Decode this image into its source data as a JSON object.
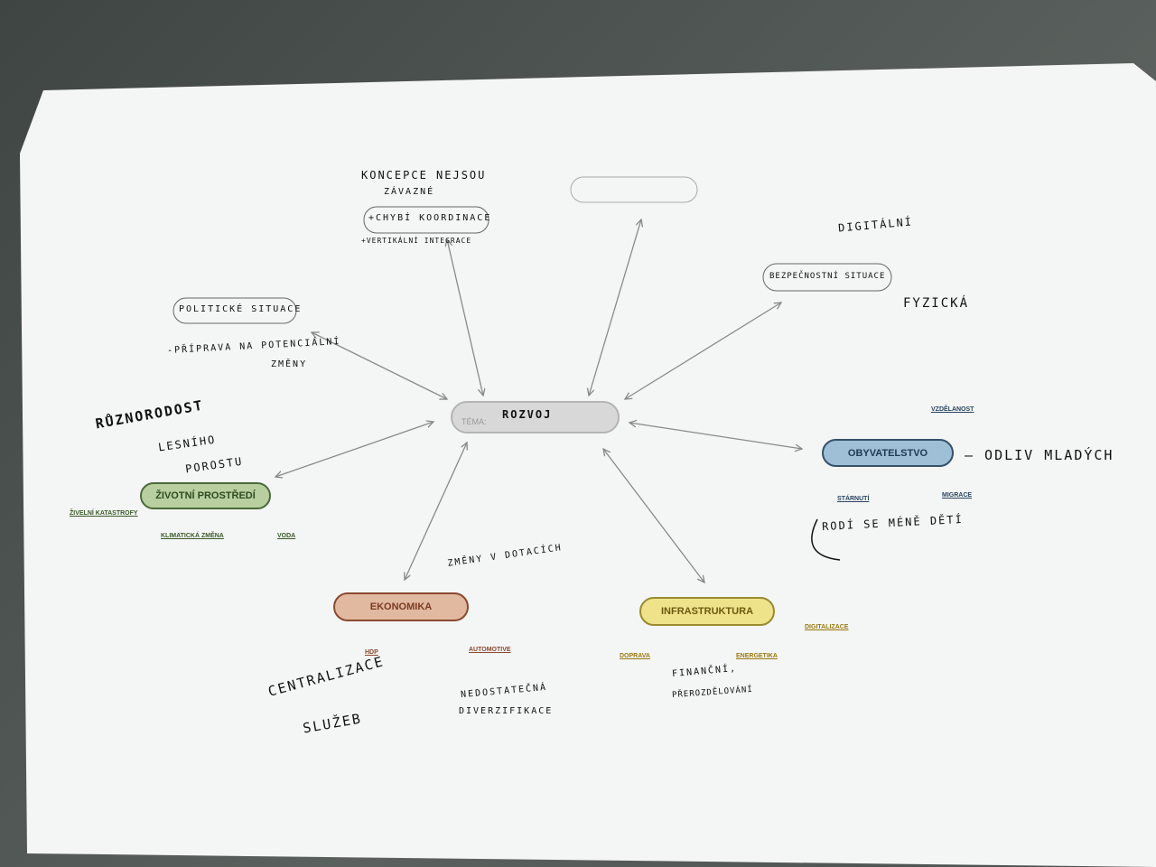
{
  "center": {
    "label": "TÉMA:",
    "value": "ROZVOJ"
  },
  "nodes": {
    "environment": {
      "label": "ŽIVOTNÍ PROSTŘEDÍ",
      "color": "#b9cfa0",
      "subs": [
        "ŽIVELNÍ KATASTROFY",
        "KLIMATICKÁ ZMĚNA",
        "VODA"
      ]
    },
    "population": {
      "label": "OBYVATELSTVO",
      "color": "#9ebfd6",
      "subs": [
        "VZDĚLANOST",
        "STÁRNUTÍ",
        "MIGRACE"
      ]
    },
    "economy": {
      "label": "EKONOMIKA",
      "color": "#e1b9a0",
      "subs": [
        "HDP",
        "AUTOMOTIVE"
      ]
    },
    "infrastructure": {
      "label": "INFRASTRUKTURA",
      "color": "#eee38a",
      "subs": [
        "DOPRAVA",
        "ENERGETIKA",
        "DIGITALIZACE"
      ]
    }
  },
  "handwritten": {
    "koncepce": "KONCEPCE NEJSOU",
    "zavazne": "ZÁVAZNÉ",
    "koordinace": "+CHYBÍ KOORDINACE",
    "integrace": "+VERTIKÁLNÍ INTEGRACE",
    "politicke": "POLITICKÉ SITUACE",
    "priprava": "-PŘÍPRAVA NA POTENCIÁLNÍ",
    "zmeny": "ZMĚNY",
    "digitalni": "DIGITÁLNÍ",
    "bezpecnost": "BEZPEČNOSTNÍ SITUACE",
    "fyzicka": "FYZICKÁ",
    "ruznorodost": "RŮZNORODOST",
    "lesniho": "LESNÍHO",
    "porostu": "POROSTU",
    "odliv": "– ODLIV MLADÝCH",
    "rodi": "RODÍ SE MÉNĚ DĚTÍ",
    "dotace": "ZMĚNY V DOTACÍCH",
    "centralizace": "CENTRALIZACE",
    "sluzeb": "SLUŽEB",
    "nedostatecna": "NEDOSTATEČNÁ",
    "diverzifikace": "DIVERZIFIKACE",
    "financni": "FINANČNÍ,",
    "prerozdelovani": "PŘEROZDĚLOVÁNÍ"
  }
}
